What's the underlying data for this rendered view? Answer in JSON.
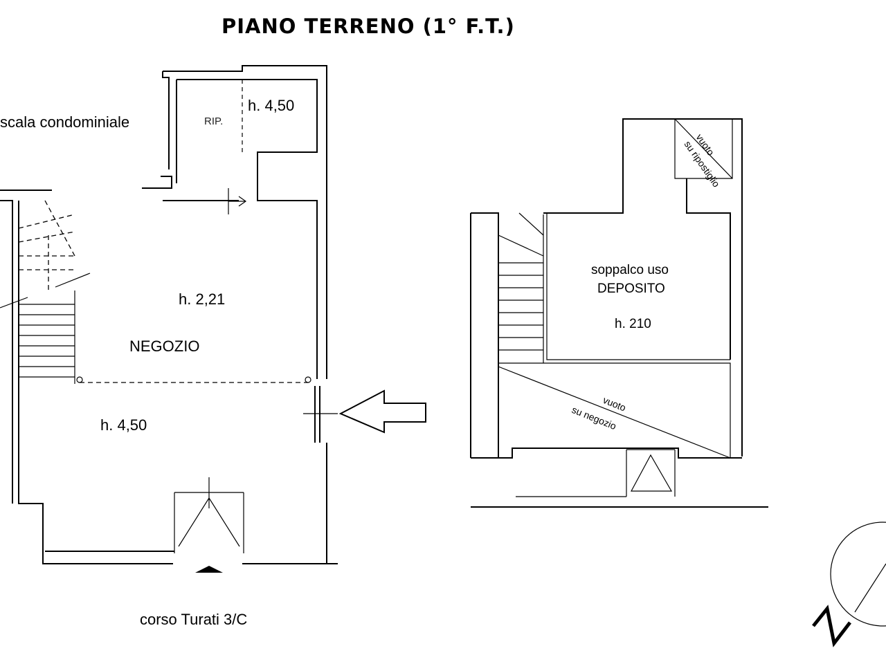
{
  "title": "PIANO TERRENO (1° F.T.)",
  "plan_left": {
    "stair_label": "scala condominiale",
    "closet_label": "RIP.",
    "closet_height": "h. 4,50",
    "shop_label": "NEGOZIO",
    "shop_height_upper": "h. 2,21",
    "shop_height_lower": "h. 4,50",
    "street_label": "corso Turati 3/C"
  },
  "plan_right": {
    "mezzanine_label_1": "soppalco uso",
    "mezzanine_label_2": "DEPOSITO",
    "mezzanine_height": "h. 210",
    "void_closet_1": "vuoto",
    "void_closet_2": "su ripostiglio",
    "void_shop_1": "vuoto",
    "void_shop_2": "su negozio"
  },
  "north_label": "N"
}
